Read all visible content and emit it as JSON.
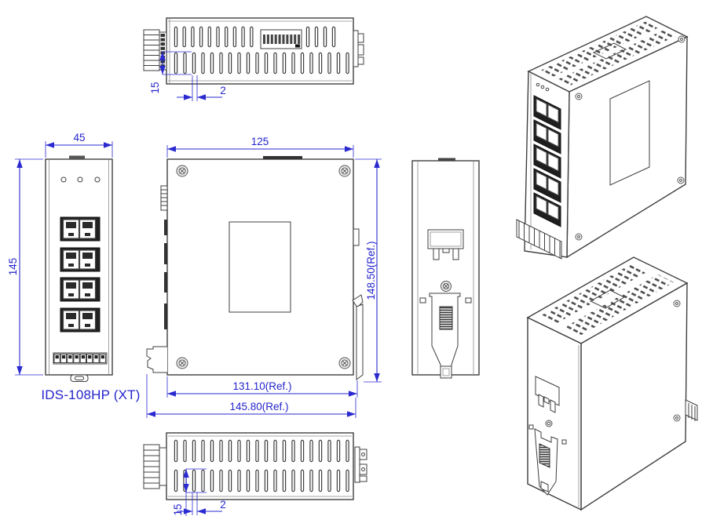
{
  "title": {
    "model": "IDS-108HP (XT)"
  },
  "colors": {
    "dimension": "#2a2ad0",
    "dimension_text": "#2424cc",
    "line": "#3f3f3f",
    "background": "#ffffff"
  },
  "views": {
    "top": {
      "slot_height": "15",
      "slot_width": "2"
    },
    "front": {
      "width": "45",
      "height": "145"
    },
    "side": {
      "width": "125",
      "height_ref": "148.50(Ref.)",
      "depth_inner_ref": "131.10(Ref.)",
      "depth_outer_ref": "145.80(Ref.)"
    },
    "bottom": {
      "slot_height": "15",
      "slot_width": "2"
    }
  }
}
